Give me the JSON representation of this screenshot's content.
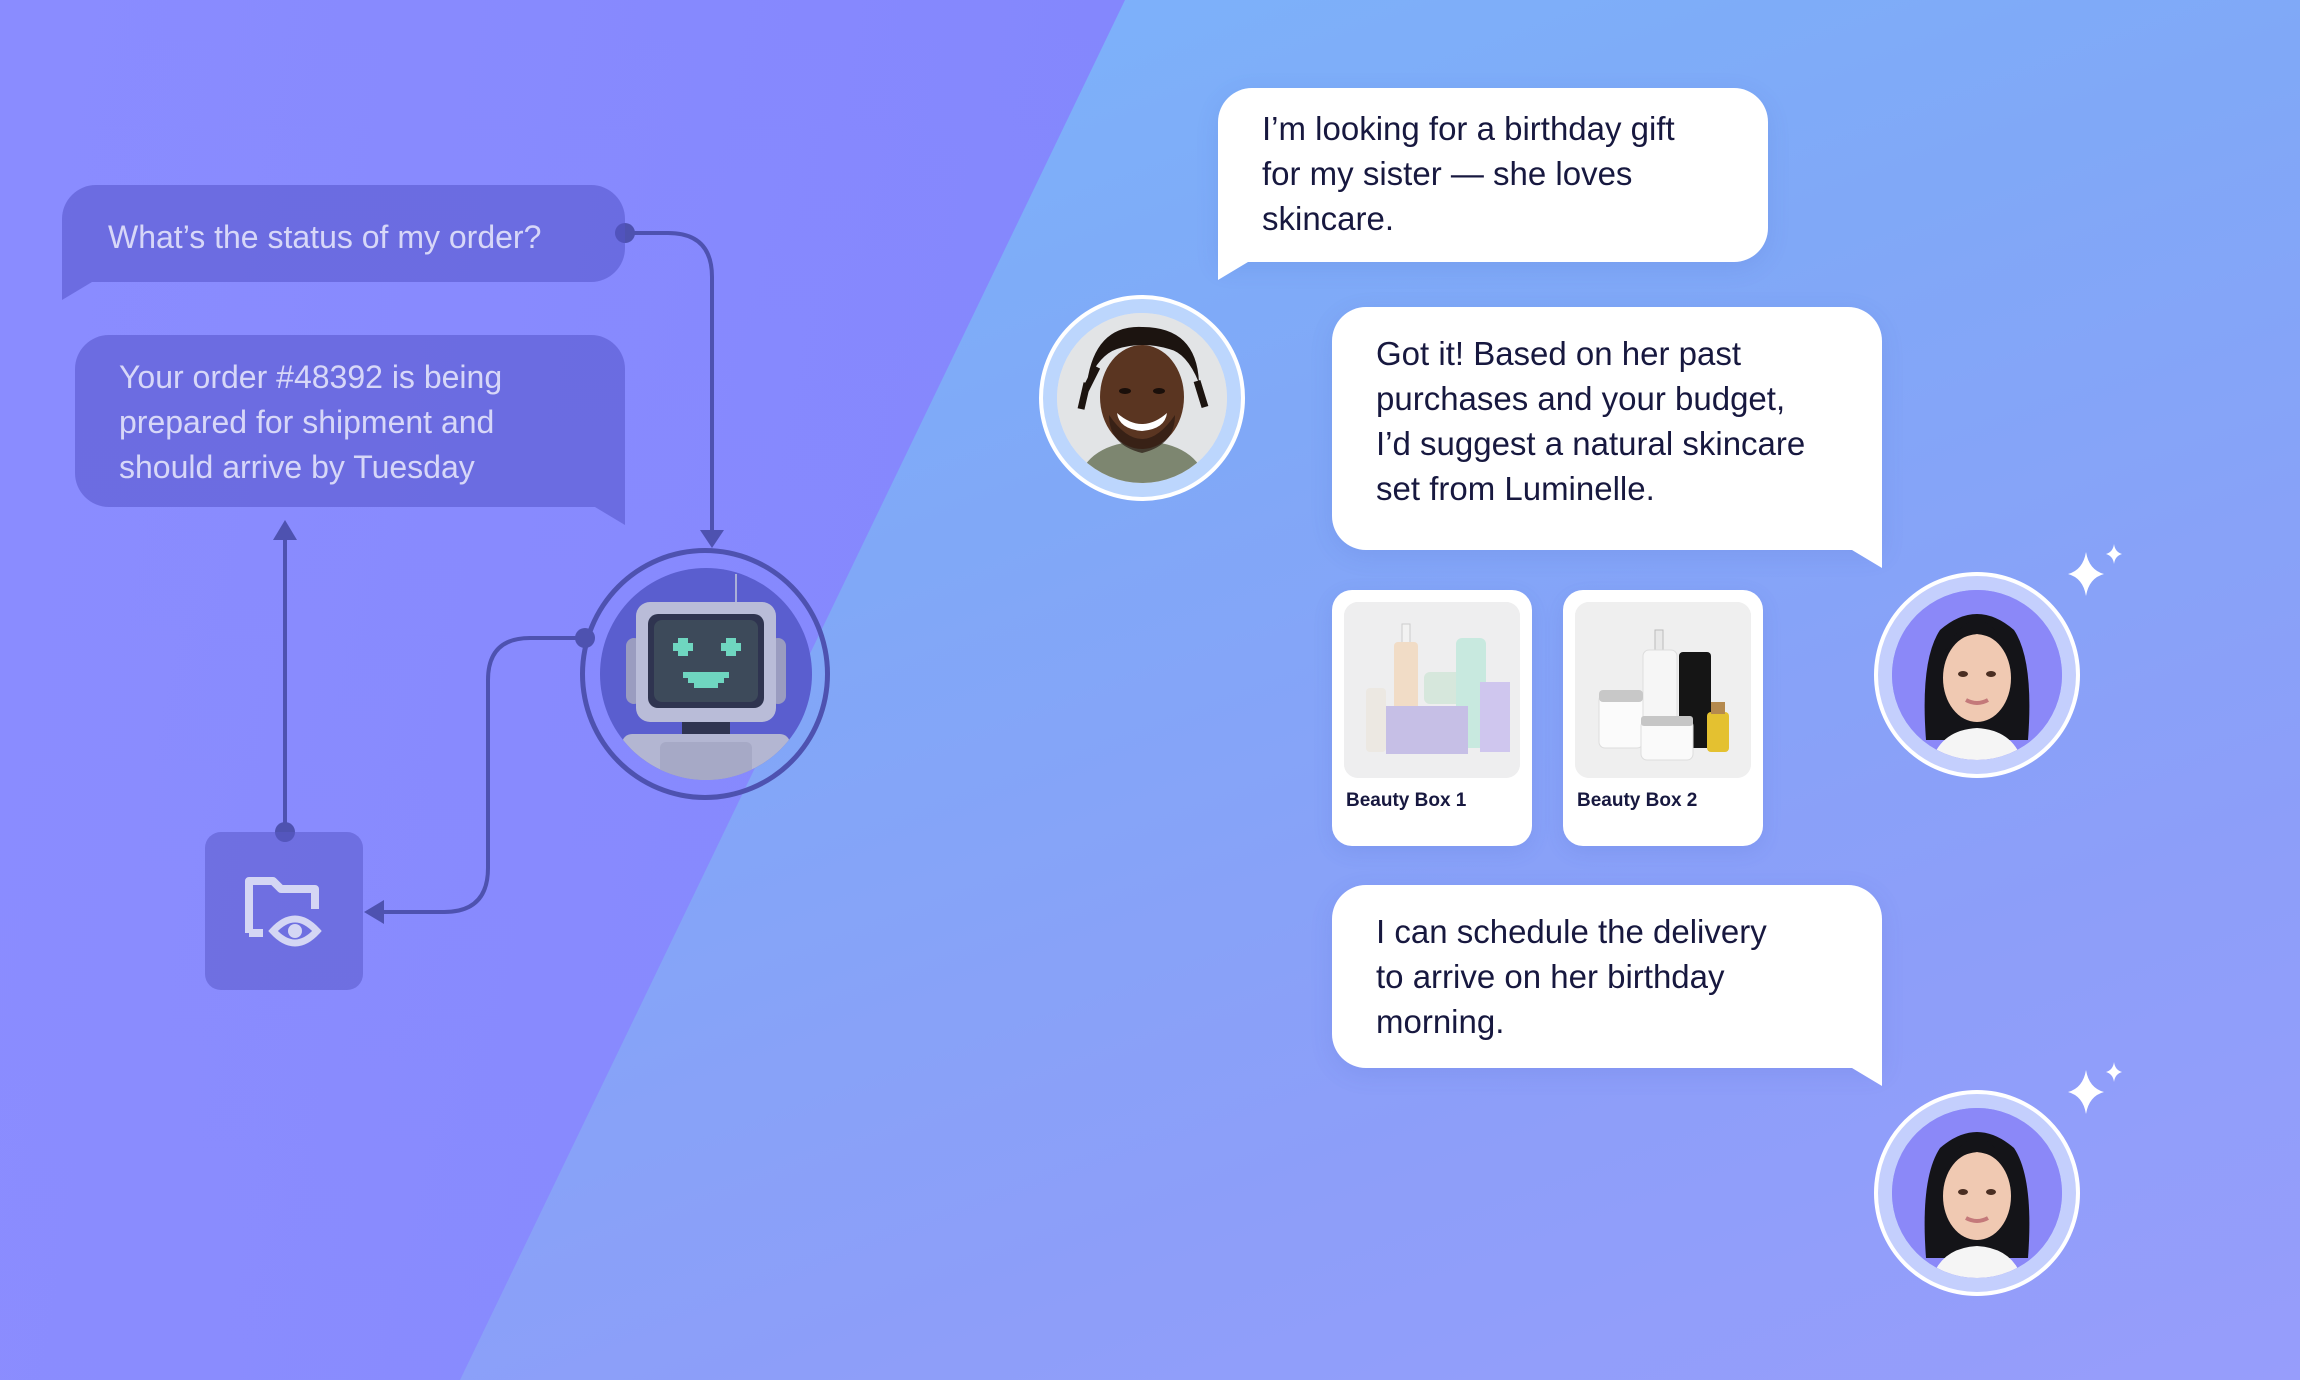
{
  "scene": {
    "colors": {
      "left_panel": "#7e82fb",
      "right_panel": "#80aaf8",
      "connector": "#4e52b0",
      "dim_bubble_text": "#e1e1fa",
      "bubble_text": "#17183f",
      "robot_screen_glow": "#6fd6c0"
    }
  },
  "legacy_bot": {
    "user_question": "What’s the status of my order?",
    "bot_reply_lines": [
      "Your order #48392 is being",
      "prepared for shipment and",
      "should arrive by Tuesday"
    ],
    "bot_avatar_icon": "robot-icon",
    "tool_icon": "folder-eye-icon"
  },
  "conversation": {
    "user_message_lines": [
      "I’m looking for a birthday gift",
      "for my sister — she loves",
      "skincare."
    ],
    "agent_reply_1_lines": [
      "Got it! Based on her past",
      "purchases and your budget,",
      "I’d suggest a natural skincare",
      "set from Luminelle."
    ],
    "products": [
      {
        "label": "Beauty Box 1"
      },
      {
        "label": "Beauty Box 2"
      }
    ],
    "agent_reply_2_lines": [
      "I can schedule the delivery",
      "to arrive on her birthday",
      "morning."
    ],
    "user_avatar": "user-avatar",
    "agent_avatar": "ai-agent-avatar",
    "agent_badge_icon": "sparkle-icon"
  }
}
